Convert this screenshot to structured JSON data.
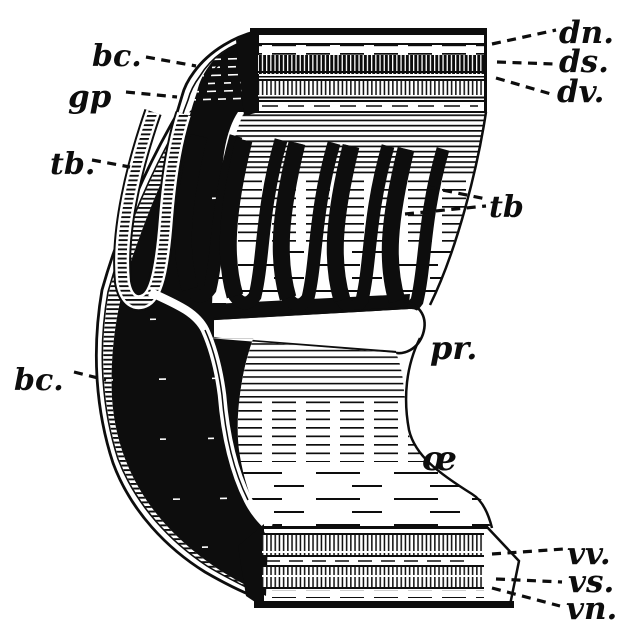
{
  "figure": {
    "paper_color": "#ffffff",
    "ink_color": "#0d0d0d",
    "labels": {
      "bc_upper": "bc.",
      "gp": "gp",
      "tb_left": "tb.",
      "bc_lower": "bc.",
      "dn": "dn.",
      "ds": "ds.",
      "dv": "dv.",
      "tb_right": "tb",
      "pr": "pr.",
      "oe": "œ",
      "vv": "vv.",
      "vs": "vs.",
      "vn": "vn."
    }
  }
}
